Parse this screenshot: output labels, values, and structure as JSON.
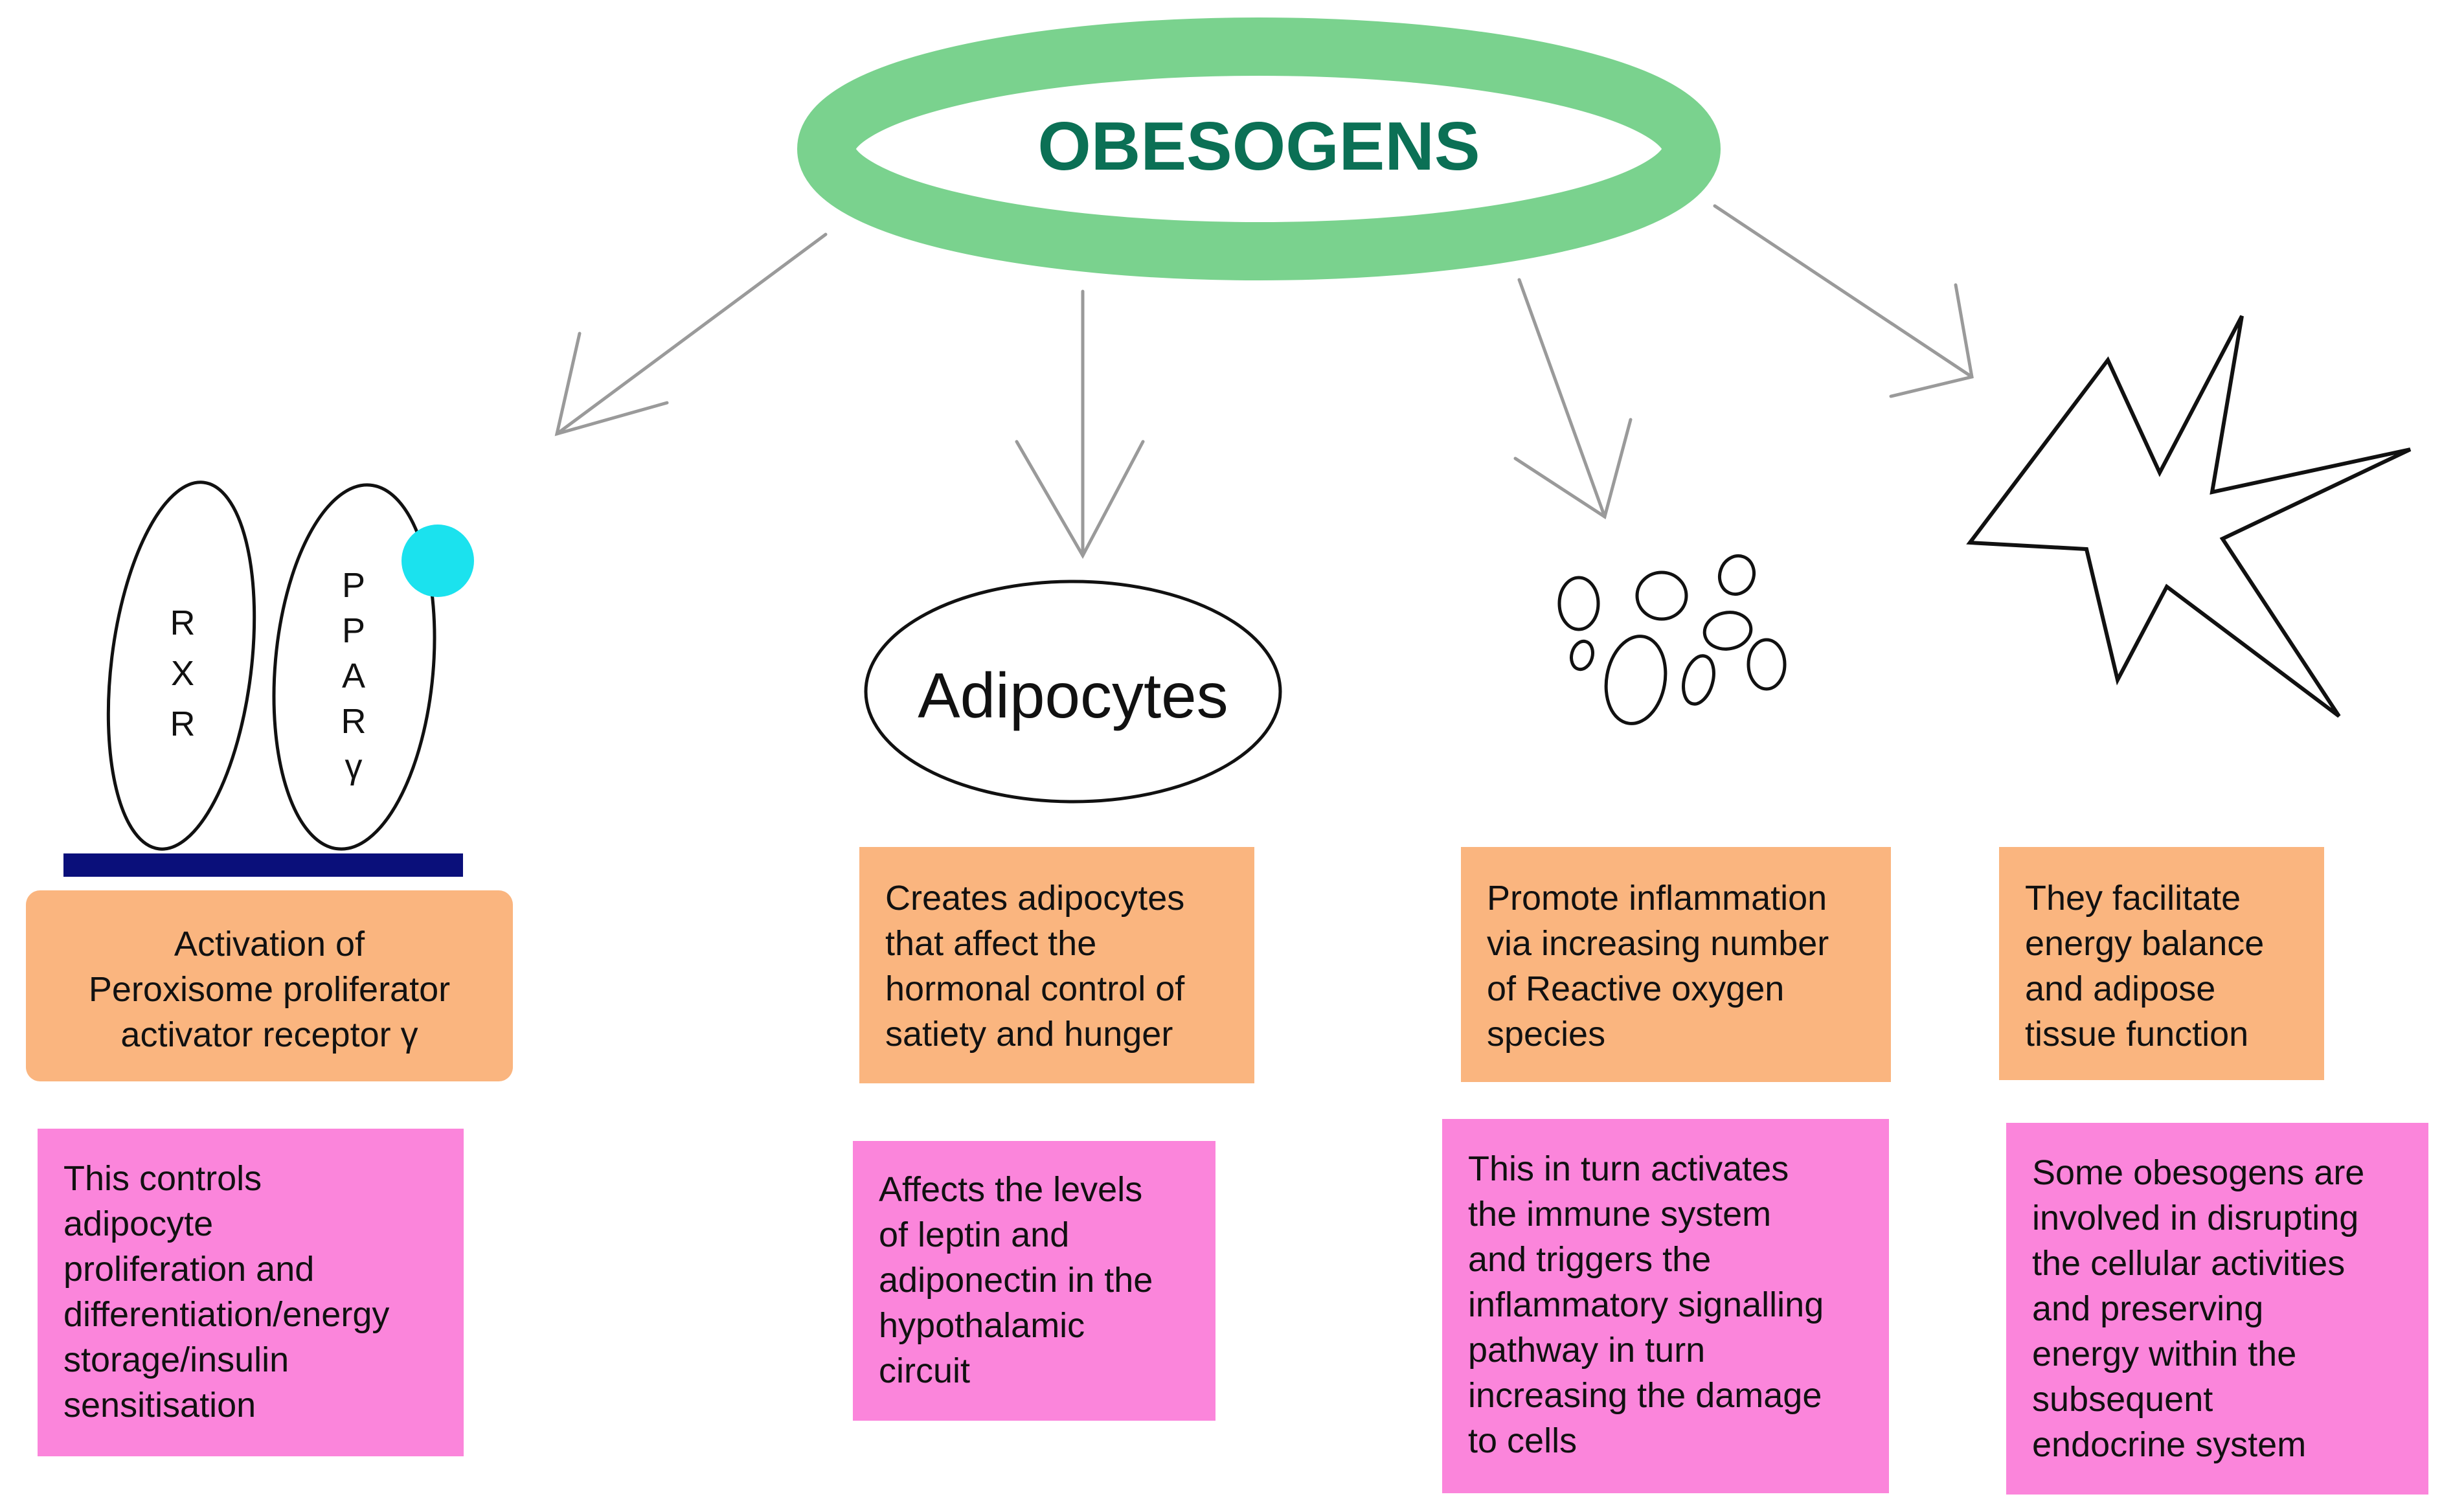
{
  "title": "OBESOGENS",
  "colors": {
    "ring": "#7AD28E",
    "title": "#0B7055",
    "orange_box": "#FAB57F",
    "pink_box": "#FB85DB",
    "arrow": "#9A9A9A",
    "dot": "#1BE2EE",
    "base_bar": "#0A0F7A"
  },
  "receptor": {
    "rxr_letters": [
      "R",
      "X",
      "R"
    ],
    "ppar_letters": [
      "P",
      "P",
      "A",
      "R",
      "γ"
    ]
  },
  "adipocytes_label": "Adipocytes",
  "columns": [
    {
      "orange_lines": [
        "Activation of",
        "Peroxisome proliferator",
        "activator receptor γ"
      ],
      "pink_lines": [
        "This controls",
        "adipocyte",
        "proliferation and",
        "differentiation/energy",
        "storage/insulin",
        "sensitisation"
      ]
    },
    {
      "orange_lines": [
        "Creates adipocytes",
        "that affect the",
        "hormonal control of",
        "satiety and hunger"
      ],
      "pink_lines": [
        "Affects the levels",
        "of leptin and",
        "adiponectin in the",
        "hypothalamic",
        "circuit"
      ]
    },
    {
      "orange_lines": [
        "Promote inflammation",
        "via increasing number",
        "of Reactive oxygen",
        "species"
      ],
      "pink_lines": [
        "This in turn activates",
        "the immune system",
        "and triggers the",
        "inflammatory signalling",
        "pathway in turn",
        "increasing the damage",
        "to cells"
      ]
    },
    {
      "orange_lines": [
        "They facilitate",
        "energy balance",
        "and adipose",
        "tissue function"
      ],
      "pink_lines": [
        "Some obesogens are",
        "involved in disrupting",
        "the cellular activities",
        "and preserving",
        "energy within the",
        "subsequent",
        "endocrine system"
      ]
    }
  ]
}
